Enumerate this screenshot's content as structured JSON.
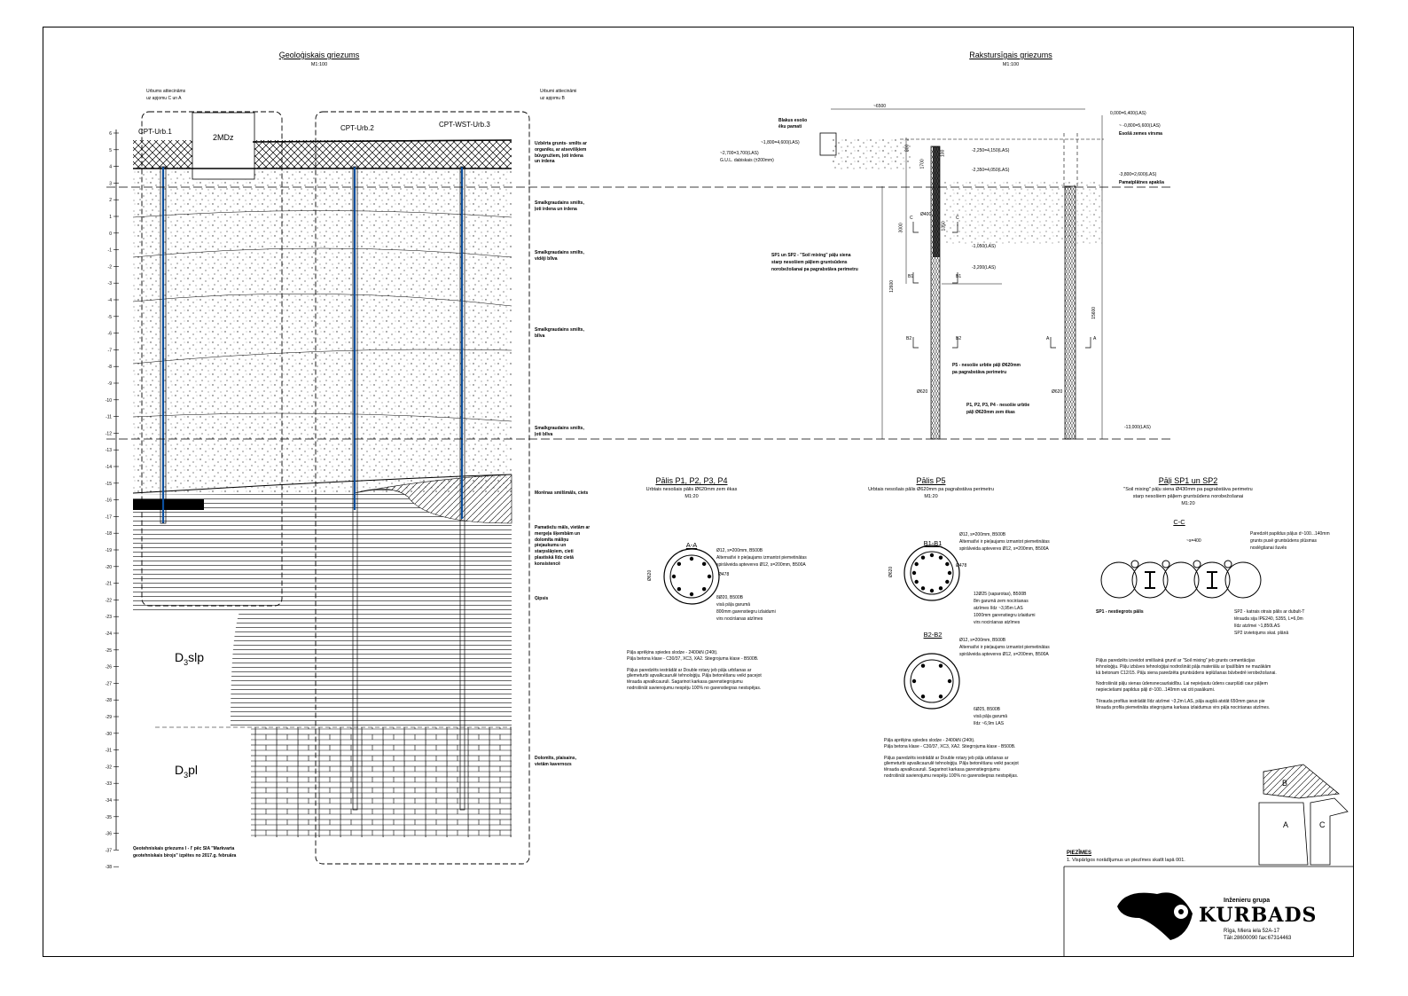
{
  "left_section": {
    "title": "Ģeoloģiskais griezums",
    "scale": "M1:100",
    "callout_left": [
      "Urbums attiecināms",
      "uz apjomu C un A"
    ],
    "callout_right": [
      "Urbumi attiecināmi",
      "uz apjomu B"
    ],
    "boreholes": [
      "CPT-Urb.1",
      "CPT-Urb.2",
      "CPT-WST-Urb.3"
    ],
    "building_label": "2MDz",
    "depth_ticks": [
      "6",
      "5",
      "4",
      "3",
      "2",
      "1",
      "0",
      "-1",
      "-2",
      "-3",
      "-4",
      "-5",
      "-6",
      "-7",
      "-8",
      "-9",
      "-10",
      "-11",
      "-12",
      "-13",
      "-14",
      "-15",
      "-16",
      "-17",
      "-18",
      "-19",
      "-20",
      "-21",
      "-22",
      "-23",
      "-24",
      "-25",
      "-26",
      "-27",
      "-28",
      "-29",
      "-30",
      "-31",
      "-32",
      "-33",
      "-34",
      "-35",
      "-36",
      "-37",
      "-38"
    ],
    "layers": [
      "Uzbērta grunts- smilts ar organiku, ar atsevišķiem būvgružiem, ļoti irdena un irdena",
      "Smalkgraudains smilts, ļoti irdena un irdena",
      "Smalkgraudains smilts, vidēji blīva",
      "Smalkgraudains smilts, blīva",
      "Smalkgraudains smilts, ļoti blīva",
      "Morēnas smilšmāls, ciets",
      "Pamatiežu māls, vietām ar mergeļa šķembām un dolomīta māliņu piejaukumu un starpslāņiem, cieti plastiskā līdz cietā konsistencē",
      "Ģipsis",
      "Dolomīts, plaisains, vietām kavernozs"
    ],
    "strata": [
      "D",
      "3",
      "slp",
      "D",
      "3",
      "pl"
    ],
    "footnote": [
      "Ģeotehniskais griezums I - I' pēc SIA \"Markvarta",
      "geotehniskais birojs\" izpētes no 2017.g. februāra"
    ]
  },
  "right_section": {
    "title": "Rakstursīgais griezums",
    "scale": "M1:100",
    "neighbor_label": [
      "Blakus esošo",
      "ēku pamati"
    ],
    "levels_left": [
      "~1,800=4,600(LAS)",
      "~2,700=3,700(LAS)",
      "G.U.L. dabiskais (±200mm)"
    ],
    "levels_right": [
      "0,000=6,400(LAS)",
      "~ -0,800=5,600(LAS)",
      "Esošā zemes virsma",
      "-3,800=2,600(LAS)",
      "Pamatplātnes apakša",
      "-13,000(LAS)"
    ],
    "levels_mid": [
      "-2,250=4,150(LAS)",
      "-2,350=4,050(LAS)",
      "-1,050(LAS)",
      "-3,200(LAS)"
    ],
    "sp_label": [
      "SP1 un SP2 - \"Soil mixing\" pāļu siena",
      "starp nesošiem pāļiem gruntsūdens",
      "norobežošanai pa pagrabstāva perimetru"
    ],
    "p5_label": [
      "P5 - nesošie urbtie pāļi Ø620mm",
      "pa pagrabstāva perimetru"
    ],
    "p14_label": [
      "P1, P2, P3, P4 - nesošie urbtie",
      "pāļi Ø620mm zem ēkas"
    ],
    "cut_marks": [
      "C",
      "C",
      "B1",
      "B1",
      "B2",
      "B2",
      "A",
      "A"
    ],
    "dims": [
      "~6500",
      "12600",
      "15600",
      "Ø620",
      "Ø620",
      "Ø400",
      "3000",
      "1700",
      "1350",
      "100",
      "800"
    ]
  },
  "pile_p1": {
    "title": "Pālis P1, P2, P3, P4",
    "subtitle": "Urbtais nesošais pālis Ø620mm zem ēkas",
    "scale": "M1:20",
    "section": "A-A",
    "callouts": [
      "Ø12, s=200mm, B500B",
      "Alternatīvi ir pieļaujams izmantot piemetinātas",
      "spirālveida apteveres Ø12, s=200mm, B500A",
      "8Ø20, B500B",
      "visā pāļa garumā",
      "800mm garenstiegru izlaidumi",
      "virs nocirśanas atzīmes"
    ],
    "dim": "Ø620",
    "dim2": "Ø478",
    "notes": [
      "Pāļa aprēķina spiedes slodze - 2400kN (240t).",
      "Pāļa betona klase - C30/37, XC3, XA2. Stiegrojuma klase - B500B.",
      "",
      "Pāļus paredzēts iestrādāt ar Double rotary jeb pāļa urbšanas ar",
      "gliemeturbi apvalkcaurulē tehnoloģiju. Pāļa betonēšanu veikt pacejot",
      "tērauda apvalkcauruli. Sagarinot karkasa garenstiegrojumu",
      "nodrošināt savienojumu nespēju 100% no garenstiegras nestspējas."
    ]
  },
  "pile_p5": {
    "title": "Pālis P5",
    "subtitle": "Urbtais nesošais pālis Ø620mm pa pagrabstāva perimetru",
    "scale": "M1:20",
    "section1": "B1-B1",
    "section2": "B2-B2",
    "callouts1": [
      "Ø12, s=200mm, B500B",
      "Alternatīvi ir pieļaujams izmantot piemetinātas",
      "spirālveida apteveres Ø12, s=200mm, B500A",
      "12Ø25 (saparotas), B500B",
      "8m garumā zem nocirśanas",
      "atzīmes līdz ~3,95m LAS",
      "1000mm garenstiegru izlaidumi",
      "virs nocirśanas atzīmes"
    ],
    "callouts2": [
      "Ø12, s=200mm, B500B",
      "Alternatīvi ir pieļaujams izmantot piemetinātas",
      "spirālveida apteveres Ø12, s=200mm, B500A",
      "6Ø25, B500B",
      "visā pāļa garumā",
      "līdz ~6,9m LAS"
    ],
    "dim": "Ø620",
    "dim2": "Ø478",
    "notes": [
      "Pāļa aprēķina spiedes slodze - 2400kN (240t).",
      "Pāļa betona klase - C30/37, XC3, XA2. Stiegrojuma klase - B500B.",
      "",
      "Pāļus paredzēts iestrādāt ar Double rotary jeb pāļa urbšanas ar",
      "gliemeturbi apvalkcaurulē tehnoloģiju. Pāļa betonēšanu veikt pacejot",
      "tērauda apvalkcauruli. Sagarinot karkasa garenstiegrojumu",
      "nodrošināt savienojumu nespēju 100% no garenstiegras nestspējas."
    ]
  },
  "pile_sp": {
    "title": "Pāļi SP1 un SP2",
    "subtitle": [
      "\"Soil mixing\" pāļu siena Ø430mm pa pagrabstāva perimetru",
      "starp nesošiem pāļiem gruntsūdens norobežošanai"
    ],
    "scale": "M1:20",
    "section": "C-C",
    "dim": "~s=400",
    "callout_top": [
      "Paredzēt papildus pāļus d~100...140mm",
      "grunts pusē gruntsūdens plūsmas",
      "noslēgšanai šuvēs"
    ],
    "sp1_label": "SP1 - nestiegrots pālis",
    "sp2_label": [
      "SP2 - katrais otrais pālis ar dubult-T",
      "tērauda sija IPE240, S355, L=6,0m",
      "līdz atzīmei ~1,850LAS",
      "SP2 izvietojums skat. plānā"
    ],
    "notes": [
      "Pāļus paredzēts izveidot smilšainā gruntī ar \"Soil mixing\" jeb grunts cementācijas",
      "tehnoloģiju. Pāļu izbūves tehnoloģijai nodrošināt pāļa materiālu ar īpašībām ne mazākām",
      "kā betonam C12/15. Pāļu siena paredzēta gruntsūdens ieplūšanas būvbedrē ierobežošanai.",
      "",
      "Nodrošināt pāļu sienas ūdensnecaurlaidību. Lai nepieļautu ūdens caurplūdi caur pāļiem",
      "nepieciešami papildus pāļi d~100...140mm vai citi pasākumi.",
      "",
      "Tērauda profilus iestrādāt līdz atzīmei ~3,2m LAS, pāļa augšā atstāt 650mm garus pie",
      "tērauda profila piemetināta stiegrojuma karkasa izlaidumus virs pāļa nocirśanas atzīmes."
    ]
  },
  "keyplan": [
    "B",
    "A",
    "C"
  ],
  "notes_block": {
    "heading": "PIEZĪMES",
    "item": "1.   Vispārīgos norādījumus un piezīmes skatīt lapā 001."
  },
  "title_block": {
    "company_top": "Inženieru grupa",
    "company_name": "KURBADS",
    "address": "Rīga, Miera iela 52A-17",
    "phone": "Tālr.28600090 fax:67314463"
  }
}
